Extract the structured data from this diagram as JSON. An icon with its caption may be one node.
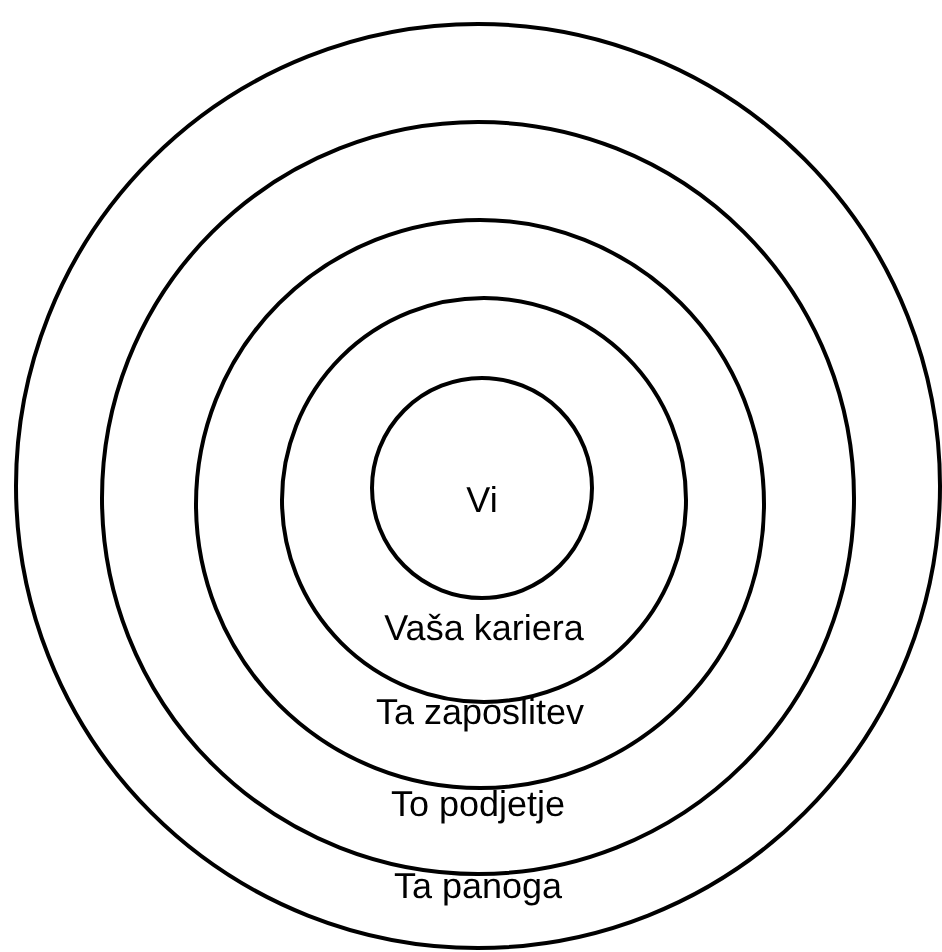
{
  "diagram": {
    "nodes": [
      {
        "text": [
          "Ta panoga"
        ]
      },
      {
        "text": [
          "To podjetje"
        ],
        "in": 0
      },
      {
        "text": [
          "Ta zaposlitev"
        ],
        "in": 1
      },
      {
        "text": [
          "Vaša kariera"
        ],
        "in": 2
      },
      {
        "text": [
          "Vi"
        ],
        "in": 3
      }
    ],
    "edges": []
  }
}
